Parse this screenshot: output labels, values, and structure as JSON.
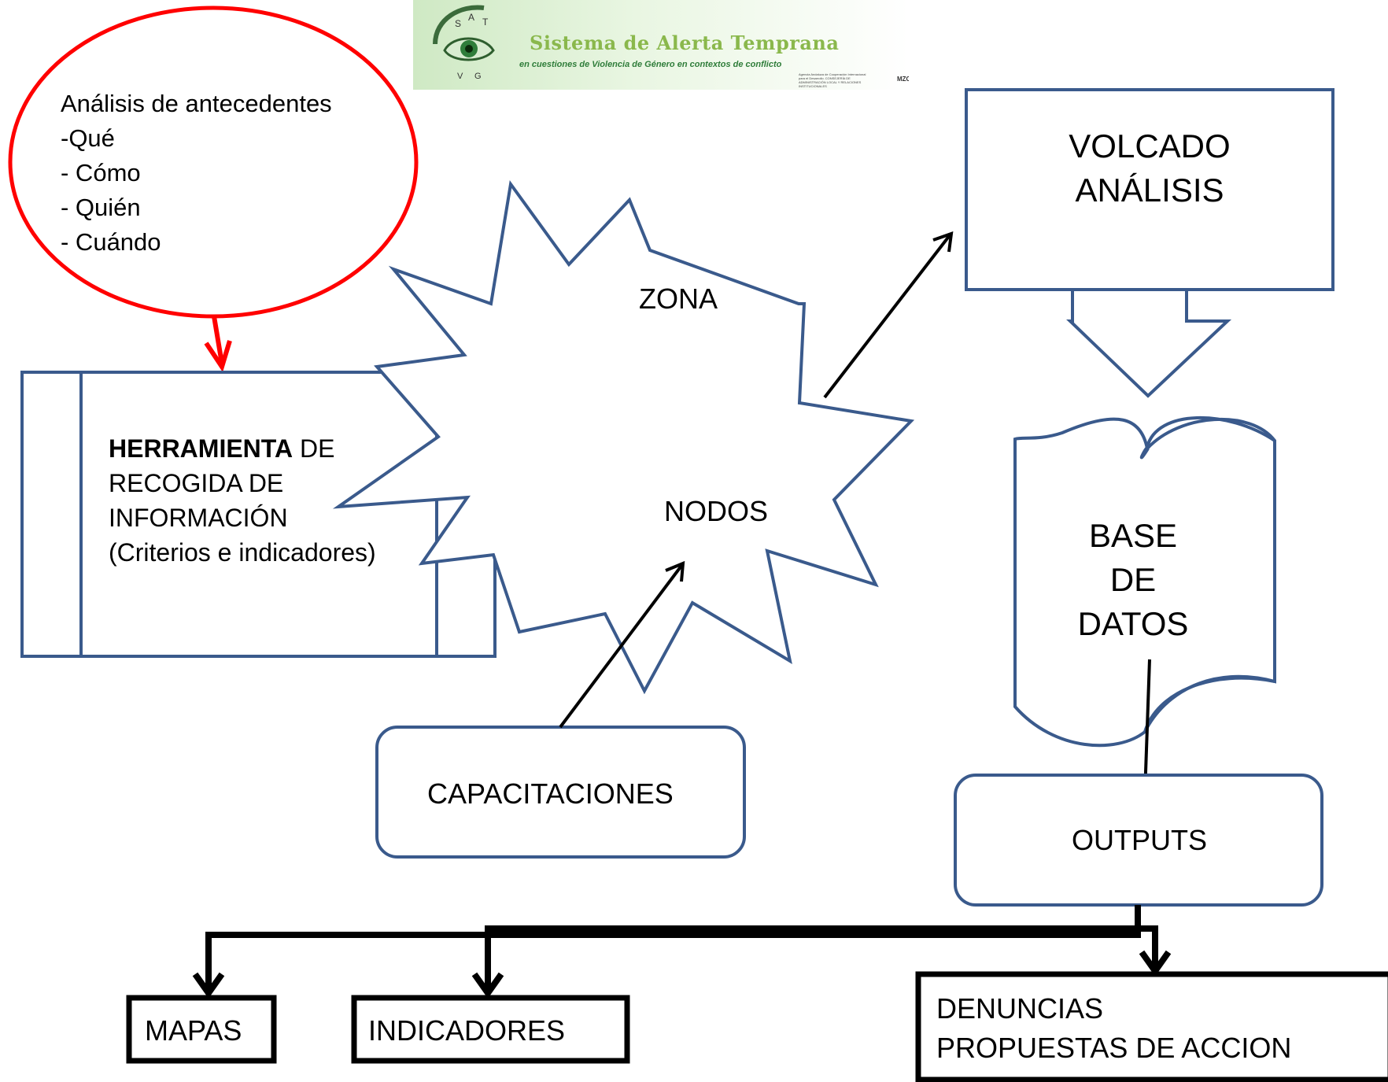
{
  "banner": {
    "logo_letters": [
      "S",
      "A",
      "T",
      "V",
      "G"
    ],
    "title": "Sistema de Alerta Temprana",
    "subtitle": "en cuestiones de Violencia de Género en contextos de conflicto",
    "agency_text": "Agencia Andaluza de Cooperación Internacional para el Desarrollo. CONSEJERÍA DE ADMINISTRACIÓN LOCAL Y RELACIONES INSTITUCIONALES",
    "partner_logo": "MZC",
    "colors": {
      "title": "#8ab84c",
      "subtitle": "#2f7d3a",
      "bg_start": "#cfe9c4"
    }
  },
  "antecedentes": {
    "lines": [
      "Análisis de antecedentes",
      "-Qué",
      "- Cómo",
      "- Quién",
      "- Cuándo"
    ],
    "stroke_color": "#ff0000"
  },
  "herramienta": {
    "bold": "HERRAMIENTA",
    "rest": " DE",
    "lines": [
      "RECOGIDA DE",
      "INFORMACIÓN",
      "(Criterios e indicadores)"
    ]
  },
  "zona": {
    "label": "ZONA"
  },
  "nodos": {
    "label": "NODOS"
  },
  "capacitaciones": {
    "label": "CAPACITACIONES"
  },
  "volcado": {
    "lines": [
      "VOLCADO",
      "ANÁLISIS"
    ]
  },
  "base_datos": {
    "lines": [
      "BASE",
      "DE",
      "DATOS"
    ]
  },
  "outputs": {
    "label": "OUTPUTS"
  },
  "mapas": {
    "label": "MAPAS"
  },
  "indicadores": {
    "label": "INDICADORES"
  },
  "denuncias": {
    "lines": [
      "DENUNCIAS",
      "PROPUESTAS DE ACCION"
    ]
  },
  "colors": {
    "shape_stroke": "#3a5a8c",
    "arrow": "#000000",
    "highlight": "#ff0000"
  }
}
